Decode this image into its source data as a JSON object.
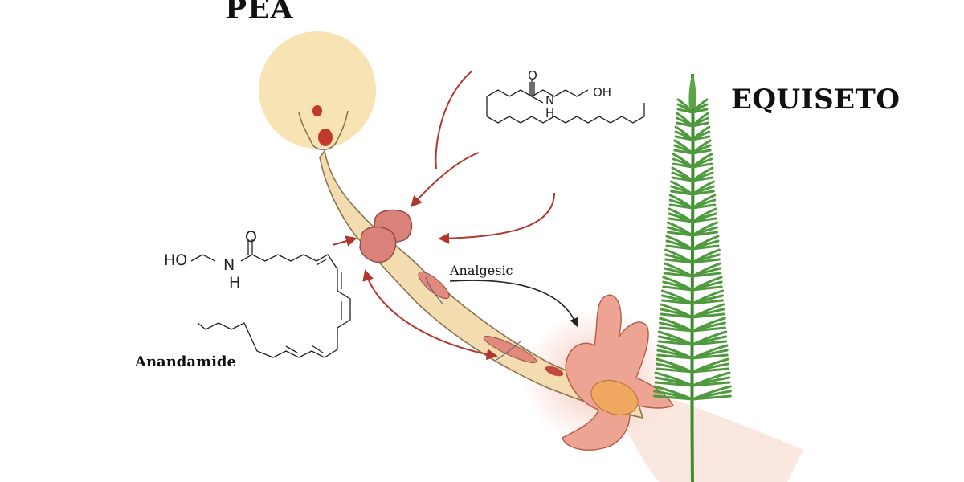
{
  "titles": {
    "pea": "PEA",
    "equiseto": "EQUISETO"
  },
  "labels": {
    "analgesic": "Analgesic",
    "anandamide": "Anandamide"
  },
  "pea_molecule": {
    "oxygen": "O",
    "nitrogen": "N",
    "hydrogen": "H",
    "hydroxyl": "OH"
  },
  "anandamide_molecule": {
    "hydroxyl": "HO",
    "nitrogen": "N",
    "hydrogen": "H",
    "oxygen": "O"
  },
  "colors": {
    "neuron_body": "#f7e3b4",
    "neuron_fill": "#f3ddb0",
    "neuron_outline": "#8a7450",
    "receptor": "#d9827a",
    "arrow_red": "#b3362d",
    "arrow_black": "#222222",
    "horsetail_green": "#4f9a3e",
    "tissue_pink": "#f2b6a8"
  }
}
